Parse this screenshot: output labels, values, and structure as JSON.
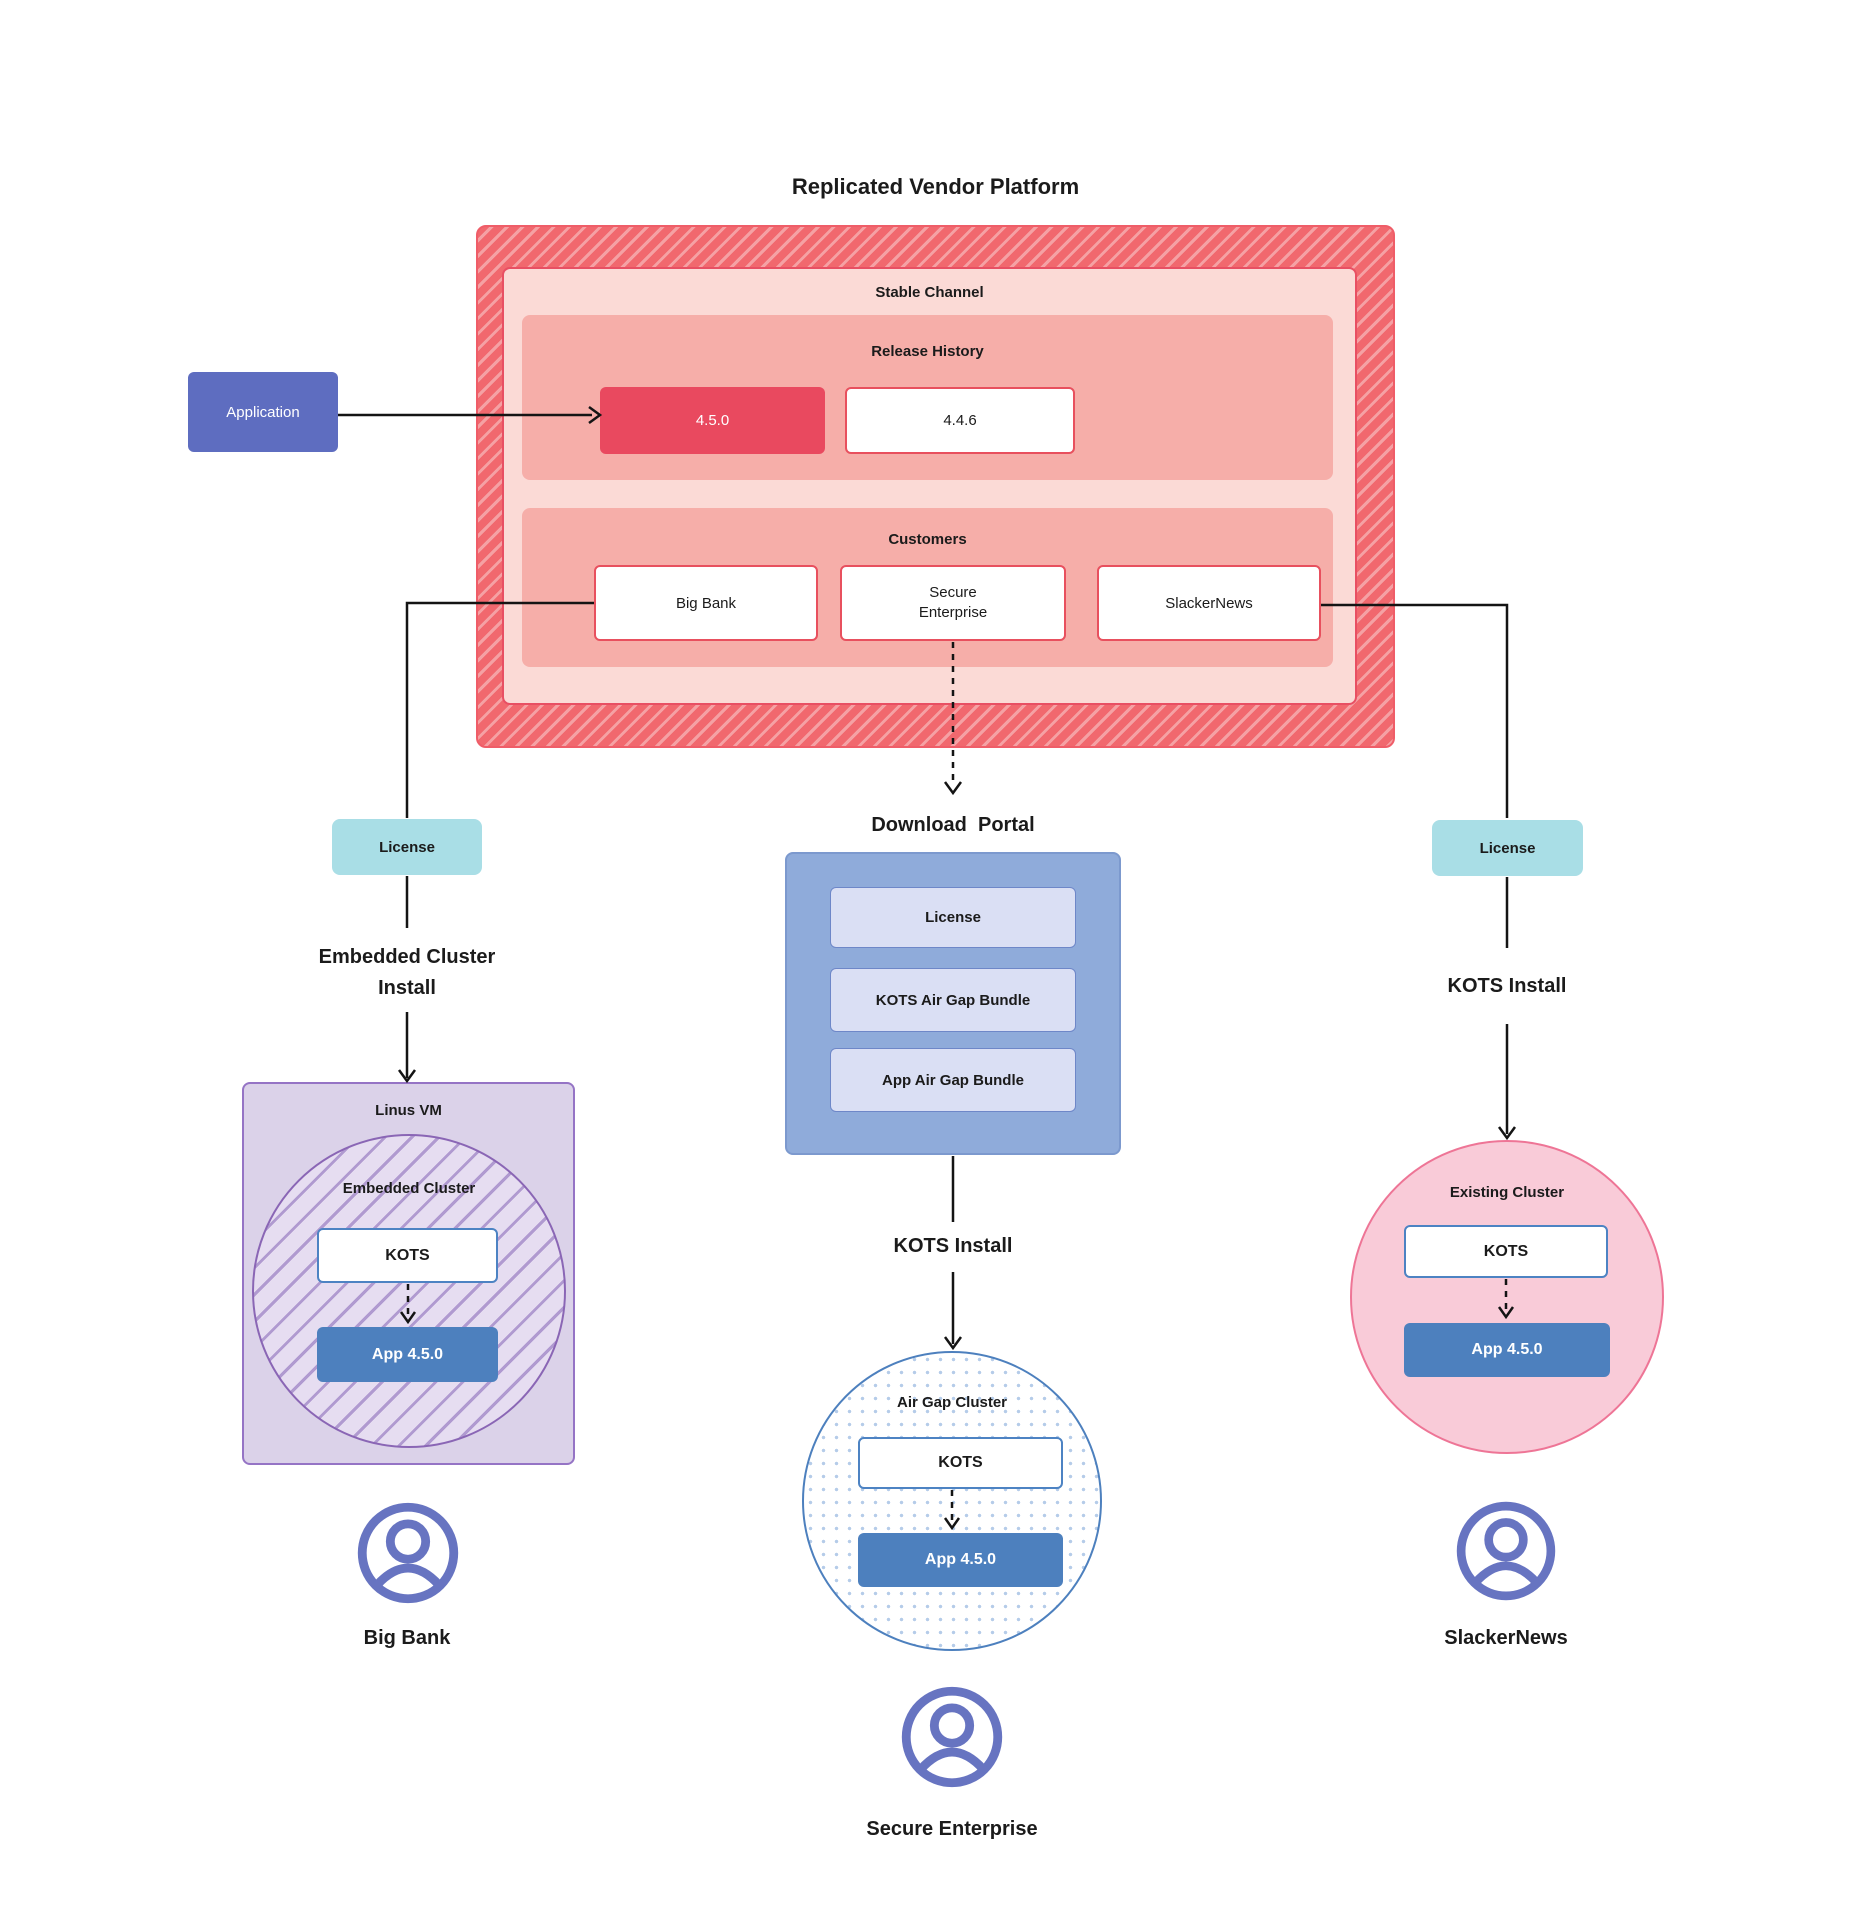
{
  "title": "Replicated Vendor Platform",
  "colors": {
    "red_base": "#f1686e",
    "red_stripe": "#f5a1a4",
    "stable_fill": "#fbdad6",
    "stable_border": "#e84f63",
    "section_fill": "#f6aea9",
    "release_highlight": "#e9495f",
    "box_red_border": "#e8505e",
    "application_fill": "#5e6dc0",
    "license_fill": "#a9dee6",
    "portal_fill": "#8fabda",
    "portal_item_fill": "#dadff4",
    "kots_border": "#4d83c3",
    "app_fill": "#4d80be",
    "vm_fill": "#dbd2e9",
    "vm_border": "#9574c5",
    "existing_fill": "#f9cbd8",
    "existing_border": "#ee7596",
    "persona_icon": "#6774c1"
  },
  "platform": {
    "stable_channel_label": "Stable Channel",
    "release_history_label": "Release History",
    "releases": [
      "4.5.0",
      "4.4.6"
    ],
    "customers_label": "Customers",
    "customers": [
      "Big Bank",
      "Secure Enterprise",
      "SlackerNews"
    ]
  },
  "application_label": "Application",
  "left_flow": {
    "license": "License",
    "install_title": "Embedded Cluster Install",
    "vm_label": "Linus VM",
    "cluster_label": "Embedded Cluster",
    "kots": "KOTS",
    "app": "App 4.5.0",
    "persona": "Big Bank"
  },
  "center_flow": {
    "portal_title": "Download  Portal",
    "portal_items": [
      "License",
      "KOTS Air Gap Bundle",
      "App Air Gap Bundle"
    ],
    "install_title": "KOTS Install",
    "cluster_label": "Air Gap Cluster",
    "kots": "KOTS",
    "app": "App 4.5.0",
    "persona": "Secure Enterprise"
  },
  "right_flow": {
    "license": "License",
    "install_title": "KOTS Install",
    "cluster_label": "Existing Cluster",
    "kots": "KOTS",
    "app": "App 4.5.0",
    "persona": "SlackerNews"
  }
}
